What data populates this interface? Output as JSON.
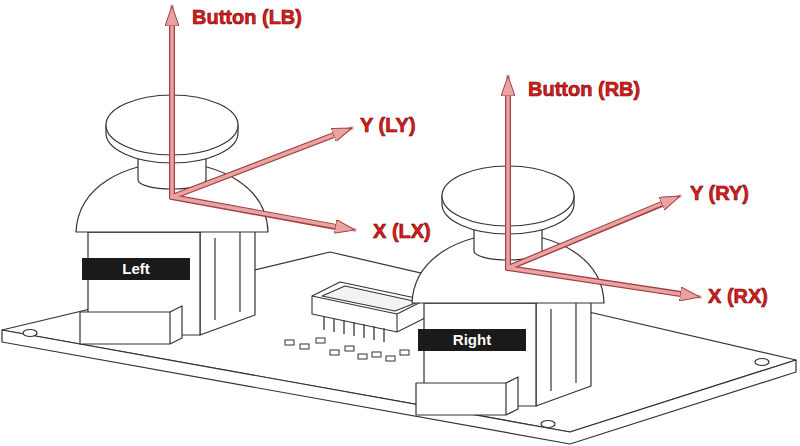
{
  "diagram": {
    "nodes": [
      {
        "text": [
          "Left"
        ]
      },
      {
        "text": [
          "Right"
        ]
      }
    ],
    "labels": [
      "Button (LB)",
      "Y (LY)",
      "X (LX)",
      "Button (RB)",
      "Y (RY)",
      "X (RX)"
    ]
  }
}
